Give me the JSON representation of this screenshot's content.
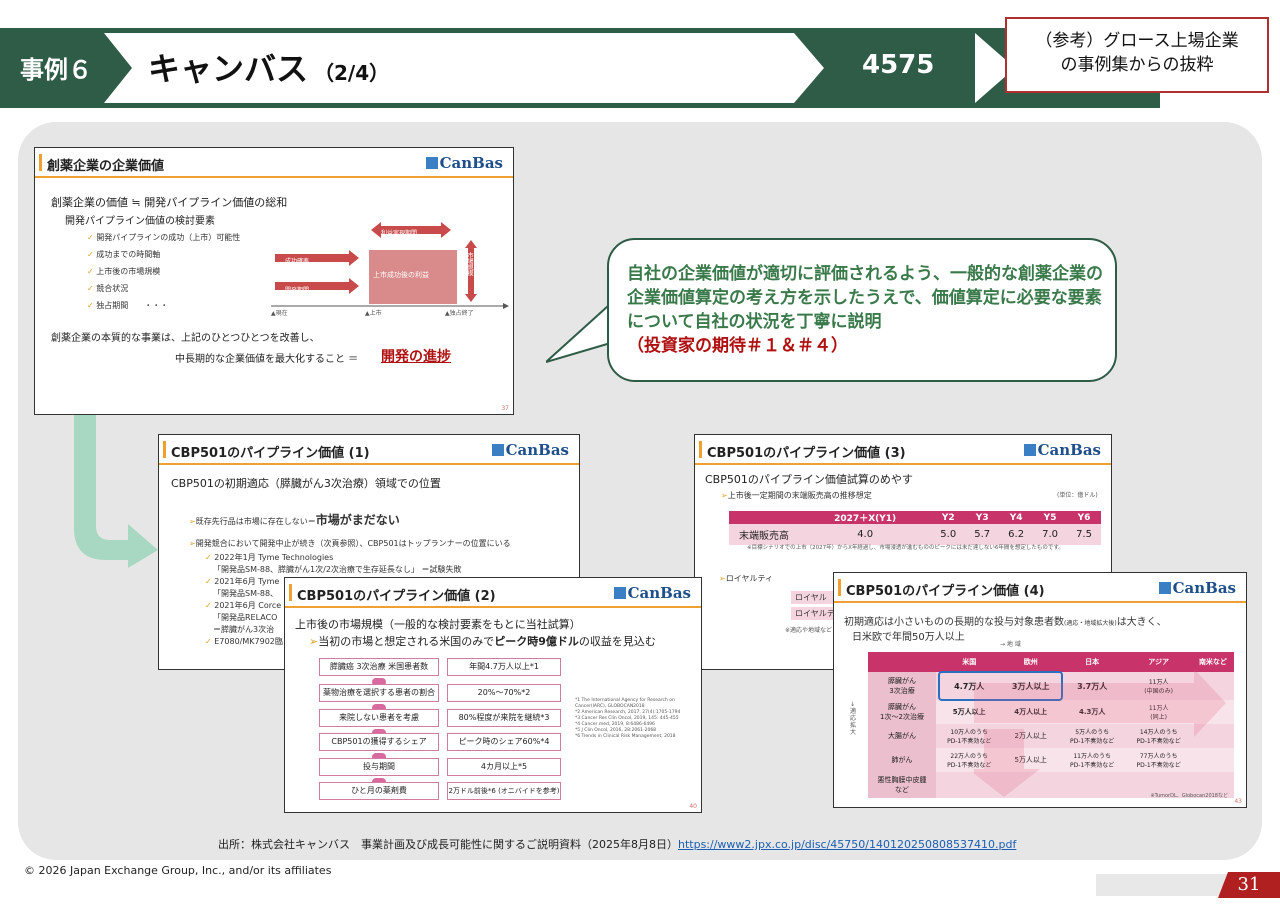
{
  "header": {
    "case_label": "事例６",
    "title": "キャンバス",
    "title_sub": "（2/4）",
    "code": "4575",
    "reference_line1": "（参考）グロース上場企業",
    "reference_line2": "の事例集からの抜粋"
  },
  "callout": {
    "text": "自社の企業価値が適切に評価されるよう、一般的な創薬企業の企業価値算定の考え方を示したうえで、価値算定に必要な要素について自社の状況を丁寧に説明",
    "emphasis": "（投資家の期待＃１＆＃４）"
  },
  "slide1": {
    "title": "創薬企業の企業価値",
    "logo": "CanBas",
    "bullet1": "創薬企業の価値 ≒ 開発パイプライン価値の総和",
    "sub1": "開発パイプライン価値の検討要素",
    "items": [
      "開発パイプラインの成功（上市）可能性",
      "成功までの時間軸",
      "上市後の市場規模",
      "競合状況",
      "独占期間　　・・・"
    ],
    "chart_labels": {
      "top": "利益実現期間",
      "left1": "成功確率",
      "left2": "開発期間",
      "center": "上市成功後の利益",
      "right": "市場規模",
      "x1": "▲現在",
      "x2": "▲上市",
      "x3": "▲独占終了"
    },
    "bullet2": "創薬企業の本質的な事業は、上記のひとつひとつを改善し、",
    "bullet2b": "中長期的な企業価値を最大化すること ＝",
    "highlight": "開発の進捗",
    "page": "37"
  },
  "slide2": {
    "title": "CBP501のパイプライン価値 (1)",
    "logo": "CanBas",
    "heading": "CBP501の初期適応（膵臓がん3次治療）領域での位置",
    "line1": "既存先行品は市場に存在しない＝",
    "line1b": "市場がまだない",
    "line2": "開発競合において開発中止が続き（次頁参照）、CBP501はトップランナーの位置にいる",
    "items": [
      "2022年1月 Tyme Technologies",
      "「開発品SM-88、膵臓がん1次/2次治療で生存延長なし」 ＝試験失敗",
      "2021年6月 Tyme",
      "「開発品SM-88、",
      "2021年6月 Corce",
      "「開発品RELACO",
      "＝膵臓がん3次治",
      "E7080/MK7902臨"
    ]
  },
  "slide3": {
    "title": "CBP501のパイプライン価値 (2)",
    "logo": "CanBas",
    "heading": "上市後の市場規模（一般的な検討要素をもとに当社試算）",
    "sub": "当初の市場と想定される米国のみで",
    "sub_bold": "ピーク時9億ドル",
    "sub_end": "の収益を見込む",
    "rows": [
      {
        "left": "膵臓癌 3次治療 米国患者数",
        "right": "年間4.7万人以上*1"
      },
      {
        "left": "薬物治療を選択する患者の割合",
        "right": "20%～70%*2"
      },
      {
        "left": "来院しない患者を考慮",
        "right": "80%程度が来院を継続*3"
      },
      {
        "left": "CBP501の獲得するシェア",
        "right": "ピーク時のシェア60%*4"
      },
      {
        "left": "投与期間",
        "right": "4カ月以上*5"
      },
      {
        "left": "ひと月の薬剤費",
        "right": "2万ドル前後*6 (オニバイドを参考)"
      }
    ],
    "notes": "*1 The International Agency for Research on Cancer(IARC), GLOBOCAN2018\n*2 American Research, 2017, 27(4):1705-1794\n*3 Cancer Res Clin Oncol, 2019, 145: 445-455\n*4 Cancer med, 2019, 8:6486-6496\n*5 J Clin Oncol, 2016, 28:2061-2068\n*6 Trends in Clinical Risk Management, 2018",
    "page": "40"
  },
  "slide4": {
    "title": "CBP501のパイプライン価値 (3)",
    "logo": "CanBas",
    "heading": "CBP501のパイプライン価値試算のめやす",
    "sub": "上市後一定期間の末端販売高の推移想定",
    "unit": "(単位：億ドル)",
    "table_head": [
      "",
      "2027＋X(Y1)",
      "Y2",
      "Y3",
      "Y4",
      "Y5",
      "Y6"
    ],
    "table_row": [
      "末端販売高",
      "4.0",
      "5.0",
      "5.7",
      "6.2",
      "7.0",
      "7.5"
    ],
    "note": "※目標シナリオでの上市（2027年）からX年経過し、市場浸透が進むもののピークには未だ達しない6年間を想定したものです。",
    "royalty": "ロイヤルティ",
    "royalty_rows": [
      "ロイヤル",
      "ロイヤルテ"
    ],
    "footnote": "※適応や地域など"
  },
  "slide5": {
    "title": "CBP501のパイプライン価値 (4)",
    "logo": "CanBas",
    "heading_a": "初期適応は小さいものの長期的な投与対象患者数",
    "heading_small": "(適応・地域拡大後)",
    "heading_b": "は大きく、",
    "heading_c": "日米欧で年間50万人以上",
    "region_label": "→ 地 域",
    "expand_label": "↓\n適\n応\n拡\n大",
    "cols": [
      "",
      "米国",
      "欧州",
      "日本",
      "アジア",
      "南米など"
    ],
    "rows": [
      [
        "膵臓がん\n3次治療",
        "4.7万人",
        "3万人以上",
        "3.7万人",
        "11万人\n(中国のみ)",
        ""
      ],
      [
        "膵臓がん\n1次～2次治療",
        "5万人以上",
        "4万人以上",
        "4.3万人",
        "11万人\n(同上)",
        ""
      ],
      [
        "大腸がん",
        "10万人のうち\nPD-1不奏効など",
        "2万人以上",
        "5万人のうち\nPD-1不奏効など",
        "14万人のうち\nPD-1不奏効など",
        ""
      ],
      [
        "肺がん",
        "22万人のうち\nPD-1不奏効など",
        "5万人以上",
        "11万人のうち\nPD-1不奏効など",
        "77万人のうち\nPD-1不奏効など",
        ""
      ],
      [
        "悪性胸膜中皮腫\nなど",
        "",
        "",
        "",
        "",
        ""
      ]
    ],
    "source_note": "※TumorDL、Globocan2018など",
    "page": "43"
  },
  "footer": {
    "source_prefix": "出所：株式会社キャンバス　事業計画及び成長可能性に関するご説明資料（2025年8月8日）",
    "source_url": "https://www2.jpx.co.jp/disc/45750/140120250808537410.pdf",
    "copyright": "© 2026 Japan Exchange Group, Inc., and/or its affiliates",
    "page_number": "31"
  },
  "colors": {
    "header_green": "#2f5c46",
    "accent_red": "#b01010",
    "table_pink": "#c8336a",
    "callout_green": "#3a7a4a"
  }
}
